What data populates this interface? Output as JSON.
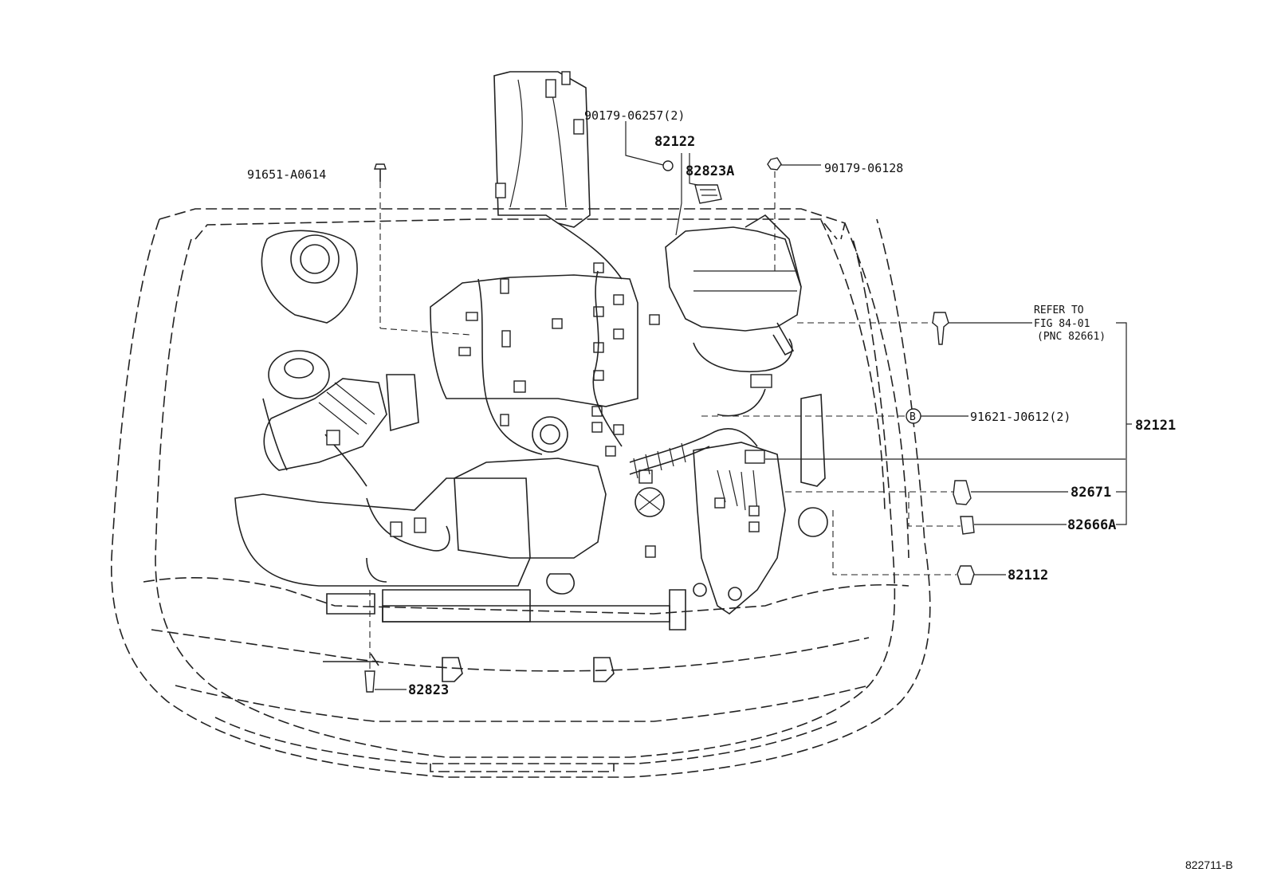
{
  "diagram": {
    "labels": {
      "p_90179_06257": "90179-06257(2)",
      "p_82122": "82122",
      "p_82823A": "82823A",
      "p_90179_06128": "90179-06128",
      "p_91651_A0614": "91651-A0614",
      "refer_to": "REFER TO",
      "fig": "FIG 84-01",
      "pnc": "(PNC 82661)",
      "p_91621_J0612": "91621-J0612(2)",
      "b_marker": "B",
      "p_82121": "82121",
      "p_82671": "82671",
      "p_82666A": "82666A",
      "p_82112": "82112",
      "p_82823": "82823"
    },
    "ref_code": "822711-B"
  }
}
